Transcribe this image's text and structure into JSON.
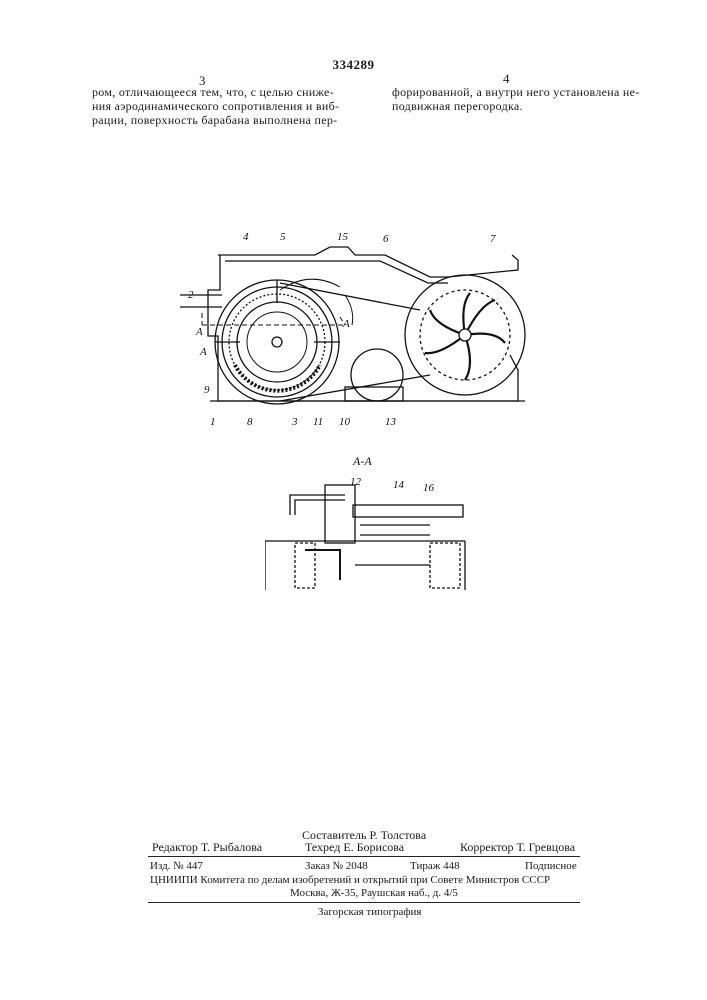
{
  "header": {
    "patent_number": "334289",
    "col_left": "3",
    "col_right": "4"
  },
  "body_text": {
    "left_lines": [
      "ром, отличающееся тем, что, с целью сниже-",
      "ния аэродинамического сопротивления и виб-",
      "рации, поверхность барабана выполнена пер-"
    ],
    "right_lines": [
      "форированной, а внутри него установлена не-",
      "подвижная перегородка."
    ]
  },
  "figure_main": {
    "labels": [
      "4",
      "5",
      "15",
      "6",
      "7",
      "2",
      "A",
      "A",
      "A",
      "9",
      "1",
      "8",
      "3",
      "11",
      "10",
      "13"
    ]
  },
  "figure_section": {
    "title": "А-А",
    "labels": [
      "12",
      "14",
      "16"
    ]
  },
  "footer": {
    "compiler": "Составитель Р. Толстова",
    "editor": "Редактор Т. Рыбалова",
    "tech_editor": "Техред Е. Борисова",
    "corrector": "Корректор Т. Гревцова",
    "izd": "Изд. № 447",
    "order": "Заказ № 2048",
    "tirage": "Тираж 448",
    "subscription": "Подписное",
    "institute": "ЦНИИПИ Комитета по делам изобретений и открытий при Совете Министров СССР",
    "address": "Москва, Ж-35, Раушская наб., д. 4/5",
    "printer": "Загорская типография"
  }
}
